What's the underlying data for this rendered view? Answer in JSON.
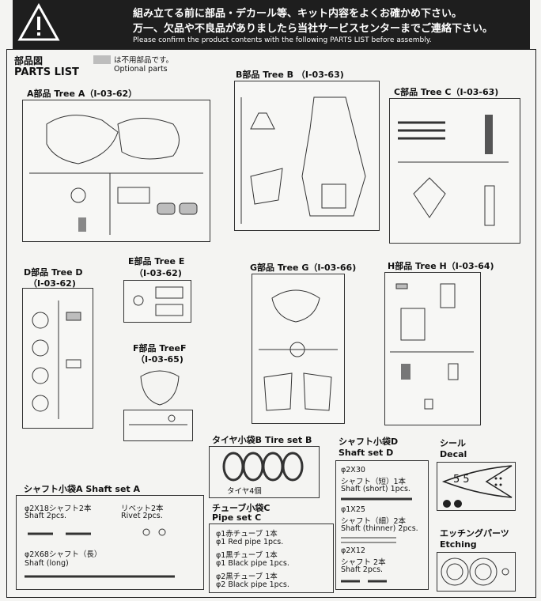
{
  "header": {
    "line1": "組み立てる前に部品・デカール等、キット内容をよくお確かめ下さい。",
    "line2": "万一、欠品や不良品がありましたら当社サービスセンターまでご連絡下さい。",
    "line3": "Please confirm the product contents with the following PARTS LIST before assembly."
  },
  "parts_list": {
    "title_jp": "部品図",
    "title_en": "PARTS LIST",
    "legend_jp": "は不用部品です。",
    "legend_en": "Optional parts"
  },
  "trees": {
    "a": {
      "label": "A部品 Tree A（I-03-62）"
    },
    "b": {
      "label": "B部品 Tree B （I-03-63)"
    },
    "c": {
      "label": "C部品 Tree C（I-03-63)"
    },
    "d": {
      "label": "D部品 Tree D",
      "code": "（I-03-62)"
    },
    "e": {
      "label": "E部品 Tree E",
      "code": "（I-03-62)"
    },
    "f": {
      "label": "F部品 TreeF",
      "code": "（I-03-65)"
    },
    "g": {
      "label": "G部品 Tree G（I-03-66)"
    },
    "h": {
      "label": "H部品 Tree H（I-03-64)"
    }
  },
  "tire_set": {
    "title": "タイヤ小袋B Tire set B",
    "note": "タイヤ4個"
  },
  "shaft_a": {
    "title": "シャフト小袋A Shaft set A",
    "item1_jp": "φ2X18シャフト2本",
    "item1_en": "Shaft 2pcs.",
    "item2_jp": "リベット2本",
    "item2_en": "Rivet 2pcs.",
    "item3_jp": "φ2X68シャフト（長）",
    "item3_en": "Shaft (long)"
  },
  "tube_c": {
    "title_jp": "チューブ小袋C",
    "title_en": "Pipe set C",
    "lines": [
      "φ1赤チューブ 1本",
      "φ1 Red pipe 1pcs.",
      "φ1黒チューブ 1本",
      "φ1 Black pipe 1pcs.",
      "φ2黒チューブ 1本",
      "φ2 Black pipe 1pcs."
    ]
  },
  "shaft_d": {
    "title_jp": "シャフト小袋D",
    "title_en": "Shaft set D",
    "g1": [
      "φ2X30",
      "シャフト（短）1本",
      "Shaft (short) 1pcs."
    ],
    "g2": [
      "φ1X25",
      "シャフト（細）2本",
      "Shaft (thinner) 2pcs."
    ],
    "g3": [
      "φ2X12",
      "シャフト 2本",
      "Shaft 2pcs."
    ]
  },
  "decal": {
    "title_jp": "シール",
    "title_en": "Decal",
    "number": "55"
  },
  "etching": {
    "title_jp": "エッチングパーツ",
    "title_en": "Etching"
  },
  "colors": {
    "optional_gray": "#bdbdbd",
    "banner": "#1e1e1e"
  }
}
